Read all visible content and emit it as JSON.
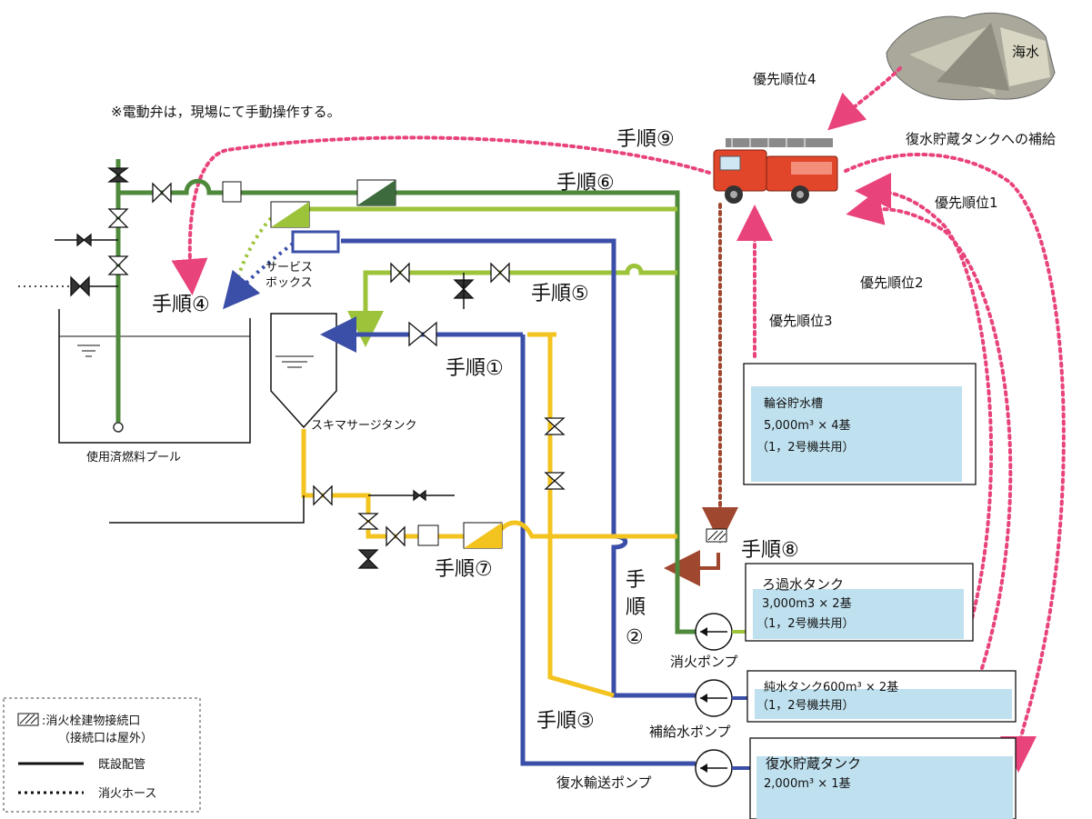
{
  "note": "※電動弁は，現場にて手動操作する。",
  "sea": {
    "label": "海水"
  },
  "priorities": {
    "p4": "優先順位4",
    "p1": "優先順位1",
    "p2": "優先順位2",
    "p3": "優先順位3",
    "supply_to_condensate": "復水貯蔵タンクへの補給"
  },
  "steps": {
    "s1": "手順①",
    "s2_a": "手",
    "s2_b": "順",
    "s2_c": "②",
    "s3": "手順③",
    "s4": "手順④",
    "s5": "手順⑤",
    "s6": "手順⑥",
    "s7": "手順⑦",
    "s8": "手順⑧",
    "s9": "手順⑨"
  },
  "labels": {
    "service_box_1": "サービス",
    "service_box_2": "ボックス",
    "skimmer_tank": "スキマサージタンク",
    "spent_fuel_pool": "使用済燃料プール",
    "fire_pump": "消火ポンプ",
    "makeup_pump": "補給水ポンプ",
    "condensate_pump": "復水輸送ポンプ"
  },
  "tanks": {
    "wadani": {
      "name": "輪谷貯水槽",
      "capacity": "5,000m³ × 4基",
      "shared": "（1，2号機共用）"
    },
    "filtered": {
      "name": "ろ過水タンク",
      "capacity": "3,000m3 × 2基",
      "shared": "（1，2号機共用）"
    },
    "pure": {
      "name": "純水タンク600m³ × 2基",
      "shared": "（1，2号機共用）"
    },
    "condensate": {
      "name": "復水貯蔵タンク",
      "capacity": "2,000m³ × 1基"
    }
  },
  "legend": {
    "connection_1": ":消火栓建物接続口",
    "connection_2": "（接続口は屋外）",
    "existing_pipe": "既設配管",
    "fire_hose": "消火ホース"
  },
  "colors": {
    "green_pipe": "#4f8a3c",
    "lightgreen_pipe": "#9cc33a",
    "blue_pipe": "#3b4fa8",
    "yellow_pipe": "#f3c31f",
    "hose_pink": "#e8437a",
    "hose_brown": "#a0472f",
    "tank_fill": "#bfe0ee",
    "truck_red": "#e2462a"
  }
}
